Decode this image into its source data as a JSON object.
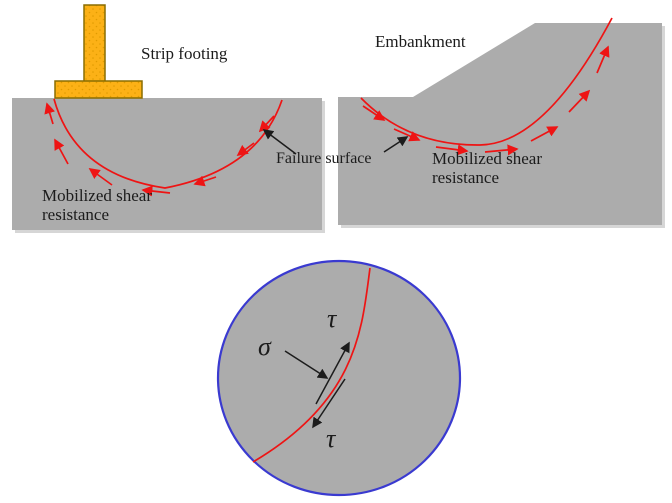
{
  "figure": {
    "strip_footing_diagram": {
      "footing_label": "Strip footing",
      "resistance_label_line1": "Mobilized shear",
      "resistance_label_line2": "resistance"
    },
    "embankment_diagram": {
      "embankment_label": "Embankment",
      "resistance_label_line1": "Mobilized shear",
      "resistance_label_line2": "resistance"
    },
    "failure_surface_label": "Failure surface",
    "stress_circle": {
      "normal_stress_symbol": "σ",
      "shear_stress_symbol_top": "τ",
      "shear_stress_symbol_bottom": "τ"
    }
  },
  "colors": {
    "soil": "#acacac",
    "footing_fill": "#fcb116",
    "footing_border": "#8a6d00",
    "failure_red": "#ee1414",
    "circle_blue": "#3a3ad0",
    "ink": "#1c1c1c",
    "shadow": "#d6d6d6",
    "background": "#ffffff"
  }
}
